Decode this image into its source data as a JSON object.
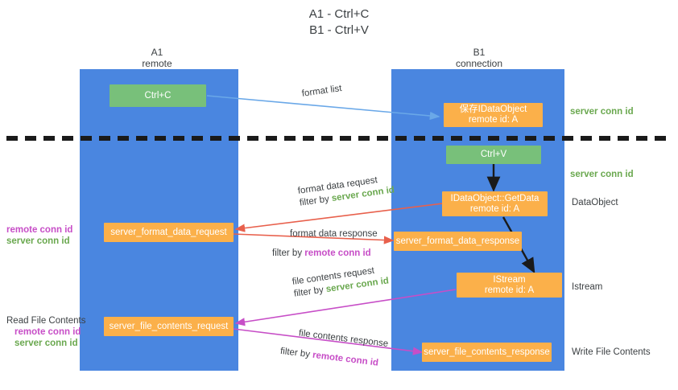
{
  "title": {
    "line1": "A1 - Ctrl+C",
    "line2": "B1 - Ctrl+V"
  },
  "columns": [
    {
      "name": "A1",
      "sub": "remote"
    },
    {
      "name": "B1",
      "sub": "connection"
    }
  ],
  "nodes": {
    "ctrl_c": {
      "label": "Ctrl+C"
    },
    "save_idataobject": {
      "line1": "保存IDataObject",
      "line2": "remote id: A"
    },
    "ctrl_v": {
      "label": "Ctrl+V"
    },
    "getdata": {
      "line1": "IDataObject::GetData",
      "line2": "remote id: A"
    },
    "istream": {
      "line1": "IStream",
      "line2": "remote id: A"
    },
    "server_format_data_request": {
      "label": "server_format_data_request"
    },
    "server_format_data_response": {
      "label": "server_format_data_response"
    },
    "server_file_contents_request": {
      "label": "server_file_contents_request"
    },
    "server_file_contents_response": {
      "label": "server_file_contents_response"
    }
  },
  "right_labels": {
    "server_conn_id_top": "server conn id",
    "server_conn_id_mid": "server conn id",
    "dataobject": "DataObject",
    "istream": "Istream",
    "write_file_contents": "Write File Contents"
  },
  "left_notes": {
    "format_remote": "remote conn id",
    "format_server": "server conn id",
    "read_file_contents": "Read File Contents",
    "file_remote": "remote conn id",
    "file_server": "server conn id"
  },
  "edges": {
    "format_list": "format list",
    "format_data_request": "format data request",
    "format_data_request_filter_prefix": "filter by ",
    "format_data_request_filter_key": "server conn id",
    "format_data_response": "format data response",
    "format_data_response_filter_prefix": "filter by ",
    "format_data_response_filter_key": "remote conn id",
    "file_contents_request": "file contents request",
    "file_contents_request_filter_prefix": "filter by ",
    "file_contents_request_filter_key": "server conn id",
    "file_contents_response": "file contents response",
    "file_contents_response_filter_prefix": "filter by ",
    "file_contents_response_filter_key": "remote conn id"
  },
  "colors": {
    "lane": "#4a86e0",
    "node_orange": "#fbb04a",
    "node_green": "#78c07a",
    "arrow_blue": "#6aa8e8",
    "arrow_red": "#e8604c",
    "arrow_magenta": "#c74ec7",
    "arrow_black": "#1a1a1a",
    "remote_key": "#c74ec7",
    "server_key": "#6aa84f"
  }
}
